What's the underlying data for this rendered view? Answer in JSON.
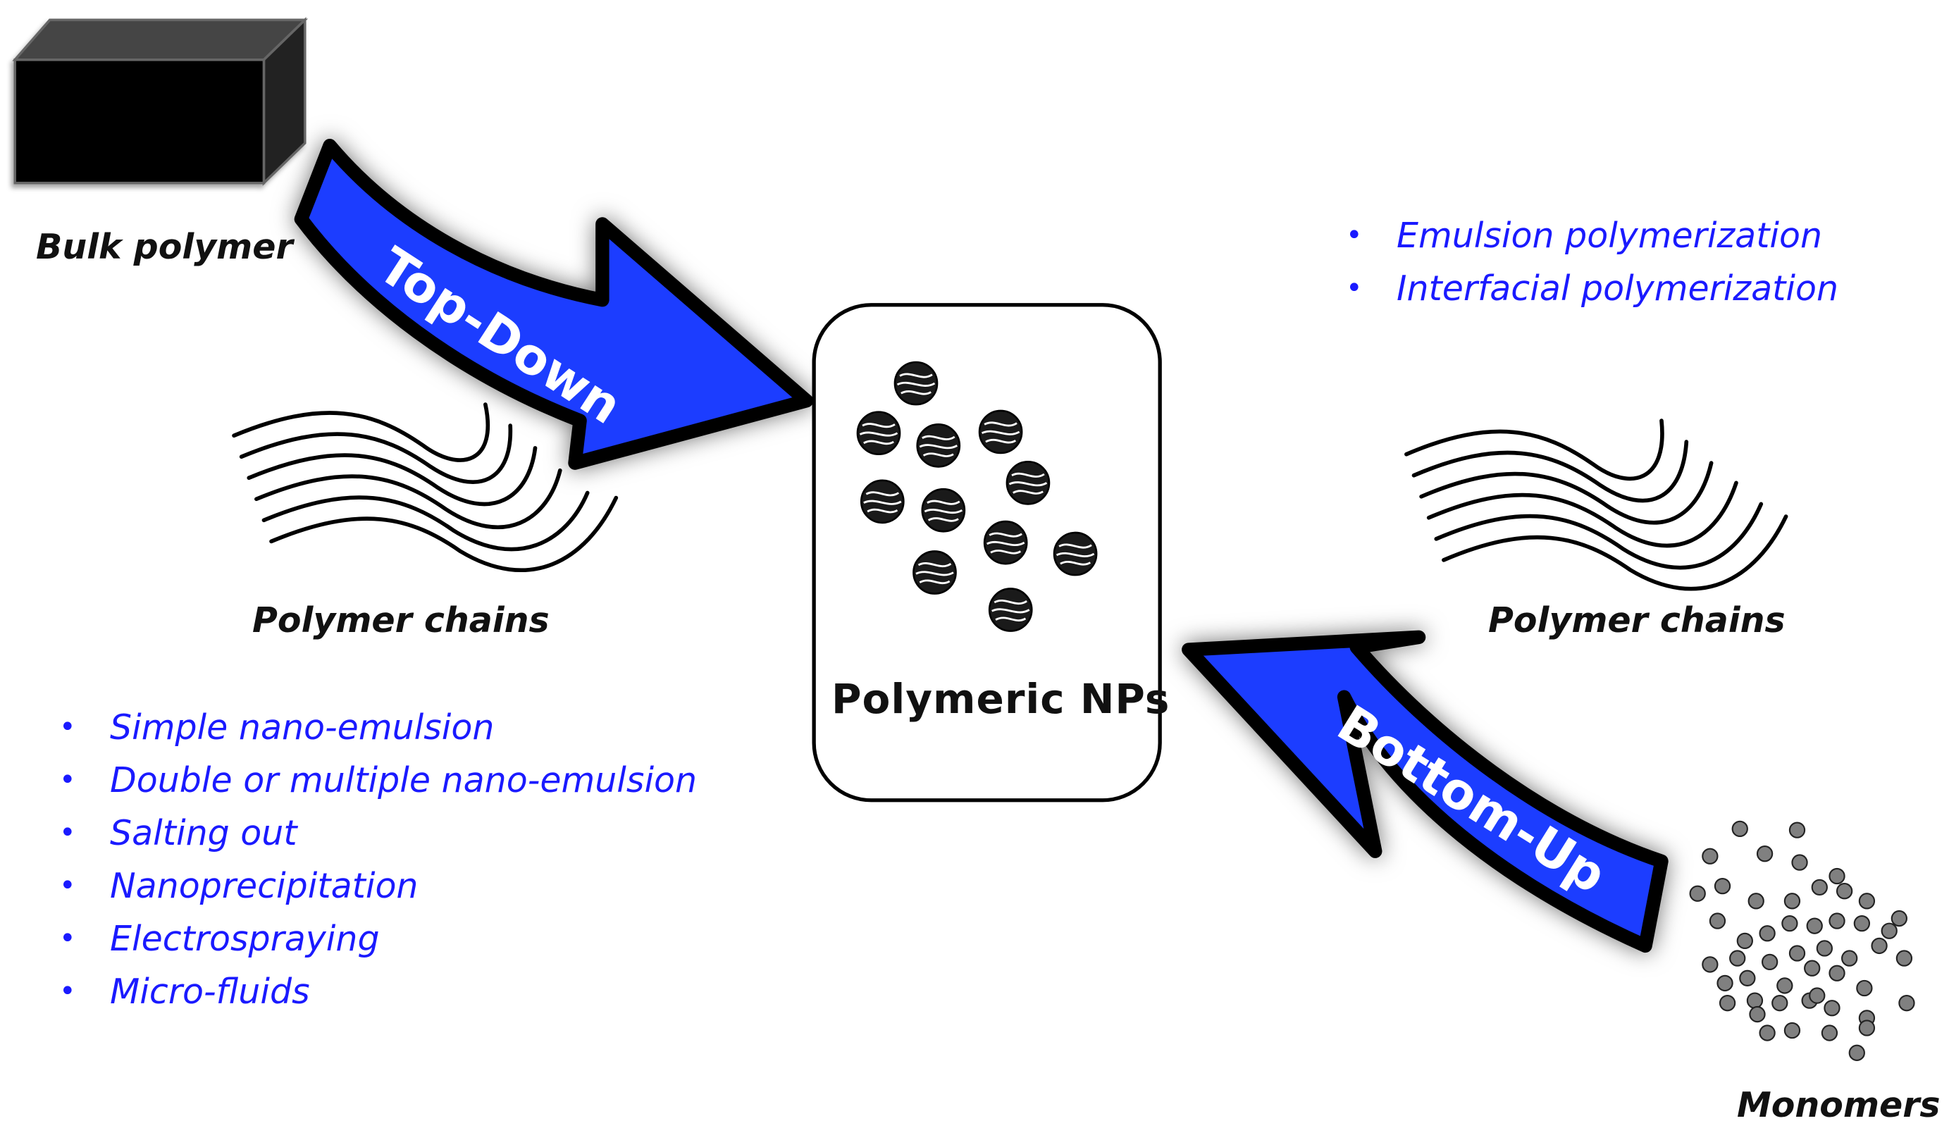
{
  "colors": {
    "arrow_fill": "#1a3cff",
    "list_text": "#1a1aff",
    "label_text": "#111111",
    "monomer_fill": "#808080",
    "nanoparticle_fill": "#1a1a1a"
  },
  "labels": {
    "bulk_polymer": "Bulk polymer",
    "polymer_chains_left": "Polymer chains",
    "polymer_chains_right": "Polymer chains",
    "monomers": "Monomers",
    "center": "Polymeric NPs"
  },
  "arrows": {
    "top_down": "Top-Down",
    "bottom_up": "Bottom-Up"
  },
  "top_down_methods": [
    "Simple nano-emulsion",
    "Double or multiple nano-emulsion",
    "Salting out",
    "Nanoprecipitation",
    "Electrospraying",
    "Micro-fluids"
  ],
  "bottom_up_methods": [
    "Emulsion polymerization",
    "Interfacial polymerization"
  ]
}
